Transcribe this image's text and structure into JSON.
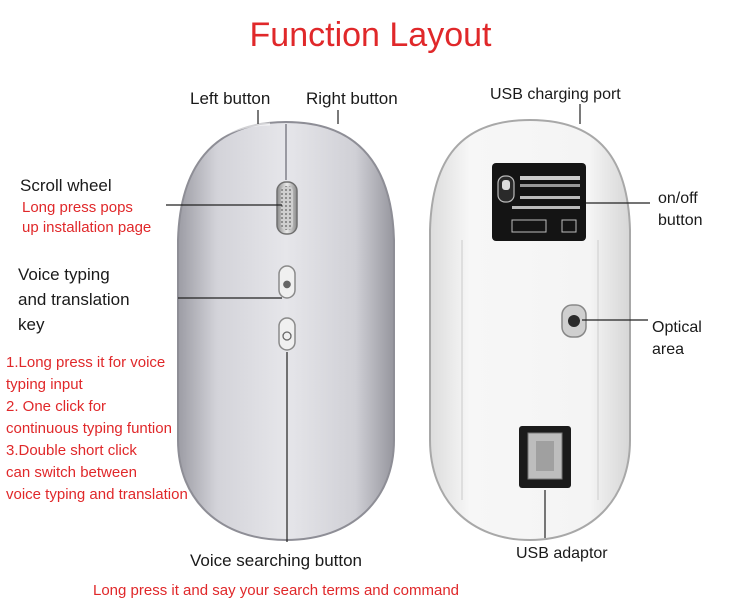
{
  "title": "Function Layout",
  "labels": {
    "left_button": "Left button",
    "right_button": "Right button",
    "scroll_wheel": "Scroll wheel",
    "scroll_note_1": "Long press pops",
    "scroll_note_2": "up installation page",
    "voice_key_1": "Voice typing",
    "voice_key_2": "and translation",
    "voice_key_3": "key",
    "voice_notes": [
      "1.Long press it for voice",
      "typing input",
      "2. One click for",
      "continuous typing funtion",
      "3.Double short click",
      "can switch between",
      "voice typing and translation"
    ],
    "voice_search": "Voice searching button",
    "voice_search_note": "Long press it and say your search terms and command",
    "usb_port": "USB charging port",
    "onoff_1": "on/off",
    "onoff_2": "button",
    "optical_1": "Optical",
    "optical_2": "area",
    "usb_adaptor": "USB adaptor"
  },
  "colors": {
    "accent": "#e0282a",
    "text": "#1a1a1a",
    "mouse_silver": "#c9c9cf",
    "mouse_white": "#f2f2f2",
    "receiver": "#1b1b1b"
  }
}
